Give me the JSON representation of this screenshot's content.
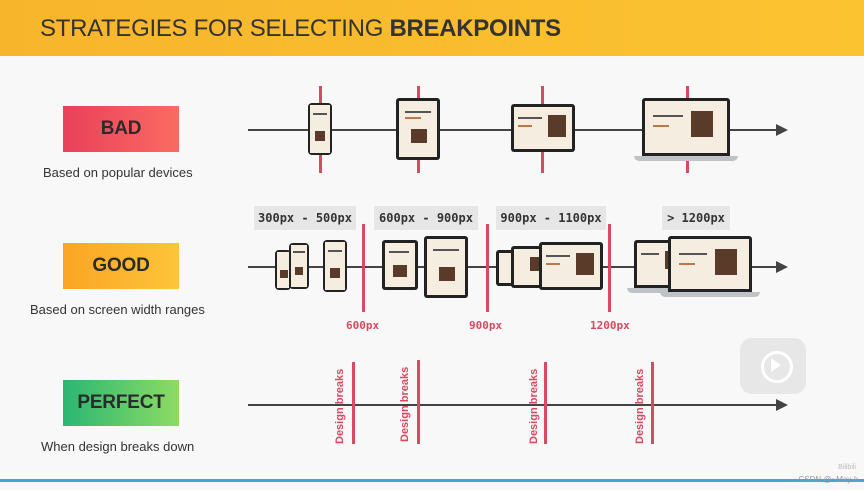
{
  "header": {
    "title_prefix": "STRATEGIES FOR SELECTING ",
    "title_bold": "BREAKPOINTS",
    "background": "#fcc331"
  },
  "rows": [
    {
      "badge": "BAD",
      "caption": "Based on popular devices",
      "color": "#e8405a"
    },
    {
      "badge": "GOOD",
      "caption": "Based on screen width ranges",
      "color": "#fba525"
    },
    {
      "badge": "PERFECT",
      "caption": "When design breaks down",
      "color": "#2bb673"
    }
  ],
  "ranges": [
    "300px - 500px",
    "600px - 900px",
    "900px - 1100px",
    "> 1200px"
  ],
  "breakpoints": [
    "600px",
    "900px",
    "1200px"
  ],
  "design_breaks_label": "Design breaks",
  "accent": "#d84a62",
  "watermark": "CSDN @~May-k",
  "watermark_top": "Bilibili"
}
